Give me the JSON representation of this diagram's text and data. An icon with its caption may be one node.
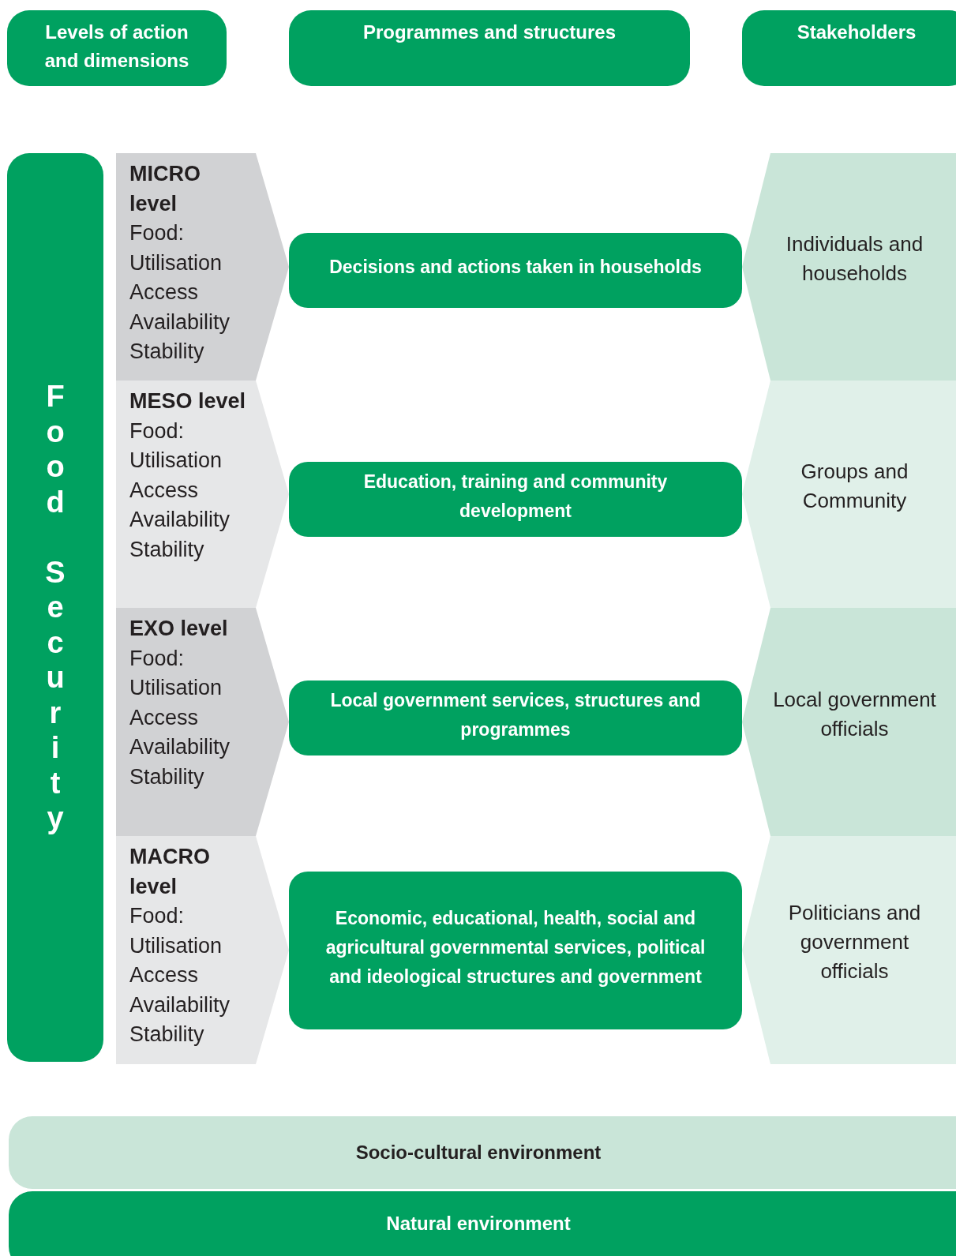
{
  "diagram": {
    "nodes": [
      {
        "text": [
          "Levels of action and dimensions"
        ]
      },
      {
        "text": [
          "Programmes and structures"
        ]
      },
      {
        "text": [
          "Stakeholders"
        ]
      },
      {
        "text": [
          "Food Security"
        ]
      },
      {
        "text": [
          "MICRO level",
          "Food:",
          "Utilisation",
          "Access",
          "Availability",
          "Stability"
        ]
      },
      {
        "text": [
          "Decisions and actions taken in households"
        ]
      },
      {
        "text": [
          "Individuals and households"
        ]
      },
      {
        "text": [
          "MESO level",
          "Food:",
          "Utilisation",
          "Access",
          "Availability",
          "Stability"
        ]
      },
      {
        "text": [
          "Education, training and community development"
        ]
      },
      {
        "text": [
          "Groups and Community"
        ]
      },
      {
        "text": [
          "EXO level",
          "Food:",
          "Utilisation",
          "Access",
          "Availability",
          "Stability"
        ]
      },
      {
        "text": [
          "Local government services, structures and programmes"
        ]
      },
      {
        "text": [
          "Local government officials"
        ]
      },
      {
        "text": [
          "MACRO level",
          "Food:",
          "Utilisation",
          "Access",
          "Availability",
          "Stability"
        ]
      },
      {
        "text": [
          "Economic, educational, health, social and agricultural governmental services, political and ideological structures and government"
        ]
      },
      {
        "text": [
          "Politicians and government officials"
        ]
      },
      {
        "text": [
          "Socio-cultural environment"
        ]
      },
      {
        "text": [
          "Natural environment"
        ]
      }
    ]
  }
}
